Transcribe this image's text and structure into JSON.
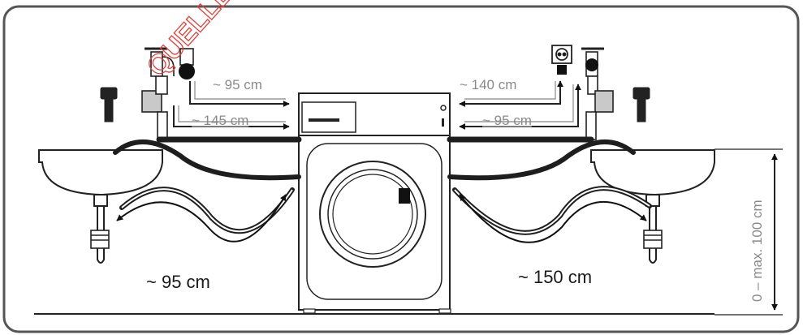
{
  "watermark": "QUELLE",
  "labels": {
    "left_hose_top": "~ 95 cm",
    "left_hose_mid": "~ 145 cm",
    "left_drain": "~ 95 cm",
    "right_hose_top": "~ 140 cm",
    "right_hose_mid": "~ 95 cm",
    "right_drain": "~ 150 cm",
    "height_range": "0 – max. 100 cm"
  },
  "colors": {
    "frame": "#555555",
    "hose": "#1e1e1e",
    "dimension_text": "#8a8a8a",
    "watermark": "#e0403a"
  }
}
